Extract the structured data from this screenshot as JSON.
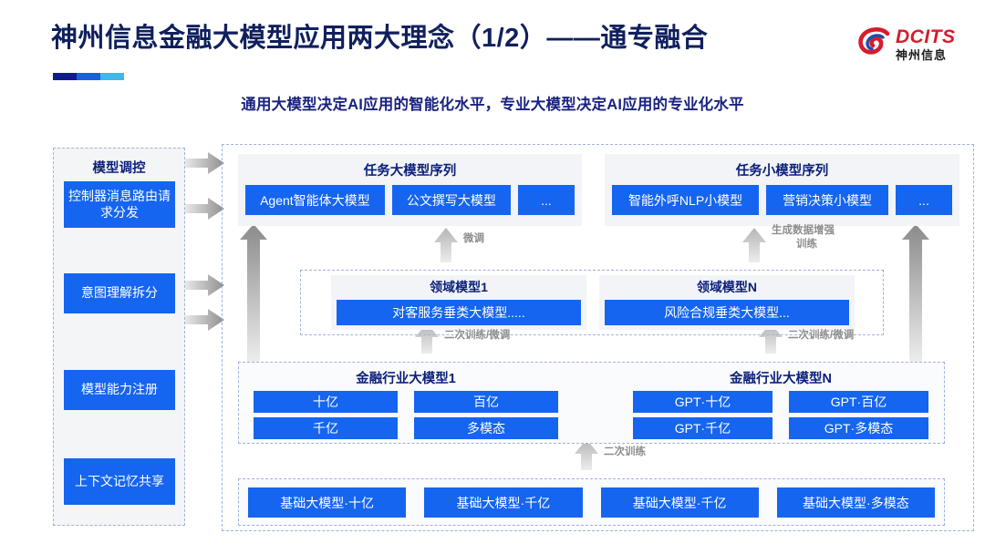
{
  "header": {
    "title": "神州信息金融大模型应用两大理念（1/2）——通专融合",
    "subtitle": "通用大模型决定AI应用的智能化水平，专业大模型决定AI应用的专业化水平",
    "accent_colors": [
      "#101c8c",
      "#1763d6",
      "#3fb7e8"
    ],
    "logo": {
      "en": "DCITS",
      "cn": "神州信息",
      "mark": "swirl-icon",
      "color": "#d81b2c"
    }
  },
  "colors": {
    "chip_blue": "#1565f0",
    "title_navy": "#0b1f7a",
    "dashed_border": "#9fb4d8",
    "panel_gray": "#f2f4f8",
    "arrow_gray": "#9c9c9c"
  },
  "control_column": {
    "title": "模型调控",
    "items": [
      {
        "label": "控制器消息路由请求分发"
      },
      {
        "label": "意图理解拆分"
      },
      {
        "label": "模型能力注册"
      },
      {
        "label": "上下文记忆共享"
      }
    ]
  },
  "task_sequences": [
    {
      "title": "任务大模型序列",
      "chips": [
        "Agent智能体大模型",
        "公文撰写大模型",
        "..."
      ]
    },
    {
      "title": "任务小模型序列",
      "chips": [
        "智能外呼NLP小模型",
        "营销决策小模型",
        "..."
      ]
    }
  ],
  "domain_models": [
    {
      "title": "领域模型1",
      "chip": "对客服务垂类大模型....."
    },
    {
      "title": "领域模型N",
      "chip": "风险合规垂类大模型..."
    }
  ],
  "industry_models": [
    {
      "title": "金融行业大模型1",
      "chips": [
        "十亿",
        "百亿",
        "千亿",
        "多模态"
      ]
    },
    {
      "title": "金融行业大模型N",
      "chips": [
        "GPT·十亿",
        "GPT·百亿",
        "GPT·千亿",
        "GPT·多模态"
      ]
    }
  ],
  "base_models": {
    "chips": [
      "基础大模型·十亿",
      "基础大模型·千亿",
      "基础大模型·千亿",
      "基础大模型·多模态"
    ]
  },
  "arrow_labels": {
    "finetune_left": "微调",
    "gen_data_line1": "生成数据增强",
    "gen_data_line2": "训练",
    "retrain_finetune_left": "二次训练/微调",
    "retrain_finetune_right": "二次训练/微调",
    "retrain_bottom": "二次训练"
  }
}
